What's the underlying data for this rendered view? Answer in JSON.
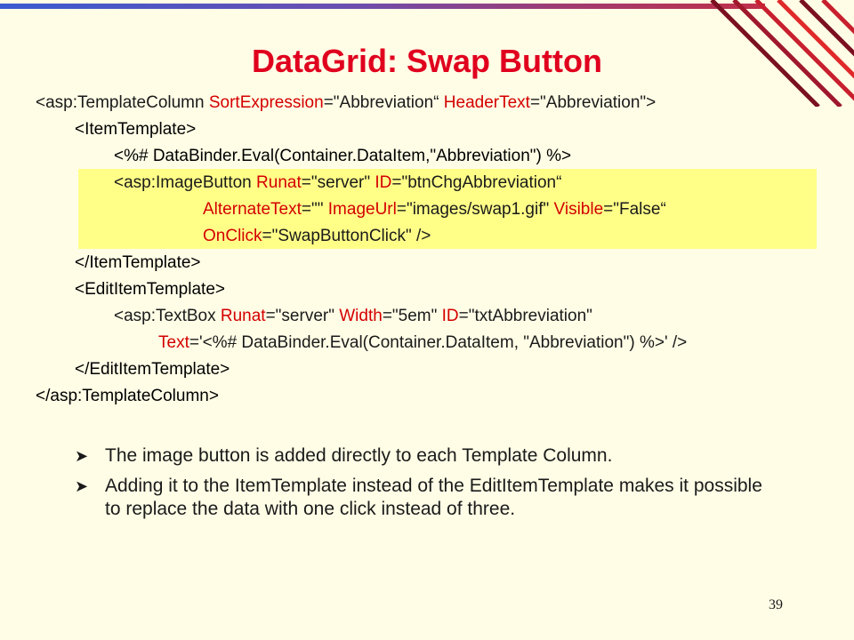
{
  "slide": {
    "title": "DataGrid: Swap Button",
    "slide_number": "39",
    "colors": {
      "title": "#e0001e",
      "background": "#fffde6",
      "highlight": "#ffff88",
      "attribute": "#d40000"
    }
  },
  "code": {
    "line1": {
      "a": "<asp:TemplateColumn ",
      "b": "SortExpression",
      "c": "=\"Abbreviation“ ",
      "d": "HeaderText",
      "e": "=\"Abbreviation\">"
    },
    "line2": "<ItemTemplate>",
    "line3": "<%# DataBinder.Eval(Container.DataItem,\"Abbreviation\") %>",
    "line4": {
      "a": "<asp:ImageButton ",
      "b": "Runat",
      "c": "=\"server\" ",
      "d": "ID",
      "e": "=\"btnChgAbbreviation“"
    },
    "line5": {
      "b": "AlternateText",
      "c": "=\"\" ",
      "d": "ImageUrl",
      "e": "=\"images/swap1.gif\" ",
      "f": "Visible",
      "g": "=\"False“"
    },
    "line6": {
      "b": "OnClick",
      "c": "=\"SwapButtonClick\" />"
    },
    "line7": "</ItemTemplate>",
    "line8": "<EditItemTemplate>",
    "line9": {
      "a": "<asp:TextBox ",
      "b": "Runat",
      "c": "=\"server\" ",
      "d": "Width",
      "e": "=\"5em\" ",
      "f": "ID",
      "g": "=\"txtAbbreviation\""
    },
    "line10": {
      "b": "Text",
      "c": "='<%# DataBinder.Eval(Container.DataItem, \"Abbreviation\") %>' />"
    },
    "line11": "</EditItemTemplate>",
    "line12": "</asp:TemplateColumn>"
  },
  "bullets": [
    {
      "icon": "arrow-bullet-icon",
      "text": "The image button is added directly to each Template Column."
    },
    {
      "icon": "arrow-bullet-icon",
      "text": "Adding it to the ItemTemplate instead of the EditItemTemplate makes it possible to replace the data with one click instead of three."
    }
  ]
}
